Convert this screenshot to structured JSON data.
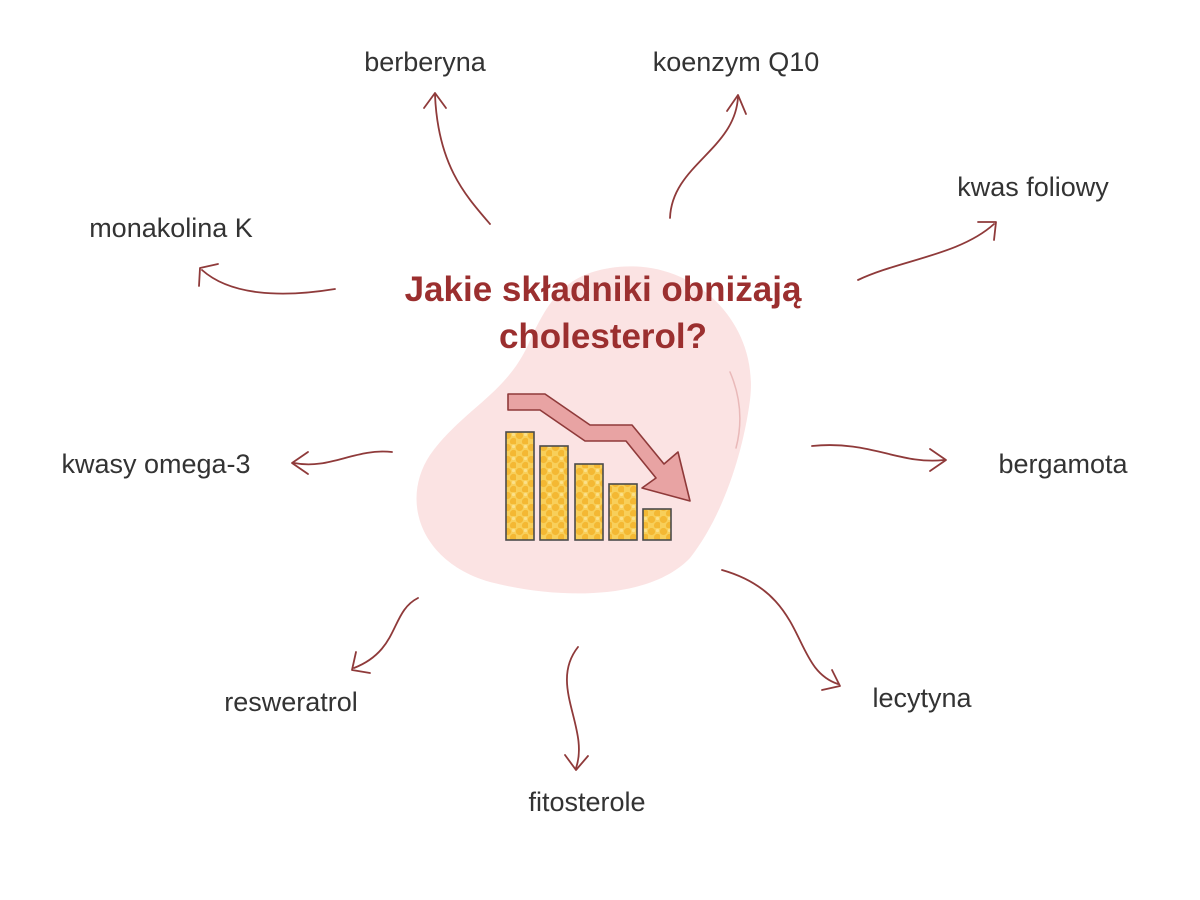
{
  "title": {
    "line1": "Jakie składniki obniżają",
    "line2": "cholesterol?"
  },
  "icon": "declining-bar-chart-icon",
  "colors": {
    "title": "#9b2f2f",
    "arrows": "#8f3a3a",
    "blob": "#fbe3e3",
    "bars": "#f6c343",
    "down_arrow": "#e59a9a",
    "labels": "#333333"
  },
  "ingredients": [
    "berberyna",
    "koenzym Q10",
    "kwas foliowy",
    "bergamota",
    "lecytyna",
    "fitosterole",
    "resweratrol",
    "kwasy omega-3",
    "monakolina K"
  ]
}
